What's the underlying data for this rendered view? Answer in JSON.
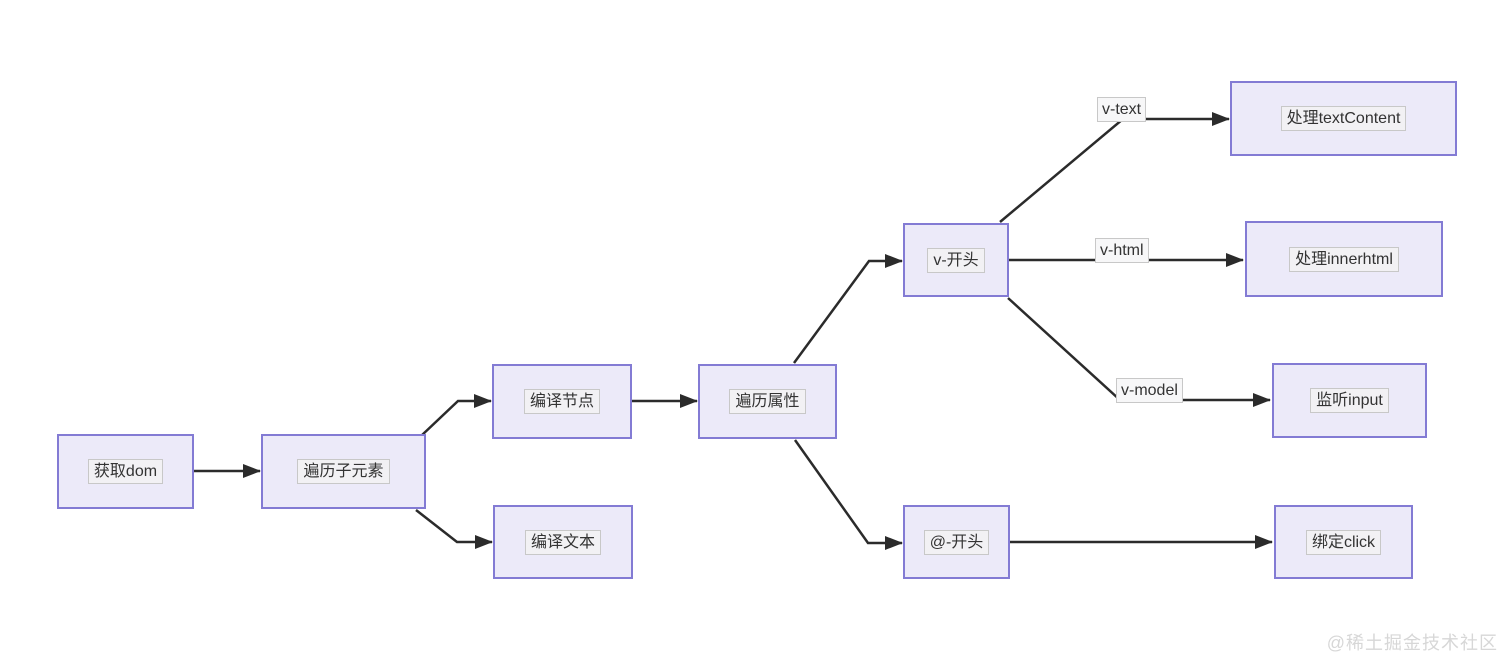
{
  "diagram": {
    "nodes": [
      {
        "id": "get-dom",
        "label": "获取dom"
      },
      {
        "id": "traverse-children",
        "label": "遍历子元素"
      },
      {
        "id": "compile-node",
        "label": "编译节点"
      },
      {
        "id": "compile-text",
        "label": "编译文本"
      },
      {
        "id": "traverse-attrs",
        "label": "遍历属性"
      },
      {
        "id": "v-prefix",
        "label": "v-开头"
      },
      {
        "id": "at-prefix",
        "label": "@-开头"
      },
      {
        "id": "handle-textcontent",
        "label": "处理textContent"
      },
      {
        "id": "handle-innerhtml",
        "label": "处理innerhtml"
      },
      {
        "id": "listen-input",
        "label": "监听input"
      },
      {
        "id": "bind-click",
        "label": "绑定click"
      }
    ],
    "edge_labels": [
      {
        "id": "v-text",
        "label": "v-text"
      },
      {
        "id": "v-html",
        "label": "v-html"
      },
      {
        "id": "v-model",
        "label": "v-model"
      }
    ]
  },
  "watermark": "@稀土掘金技术社区",
  "colors": {
    "background": "#ffffff",
    "node_fill": "#eceaf9",
    "node_border": "#837bd4",
    "edge_line": "#2b2b2b",
    "text": "#333333",
    "watermark": "#d7d7d7"
  }
}
